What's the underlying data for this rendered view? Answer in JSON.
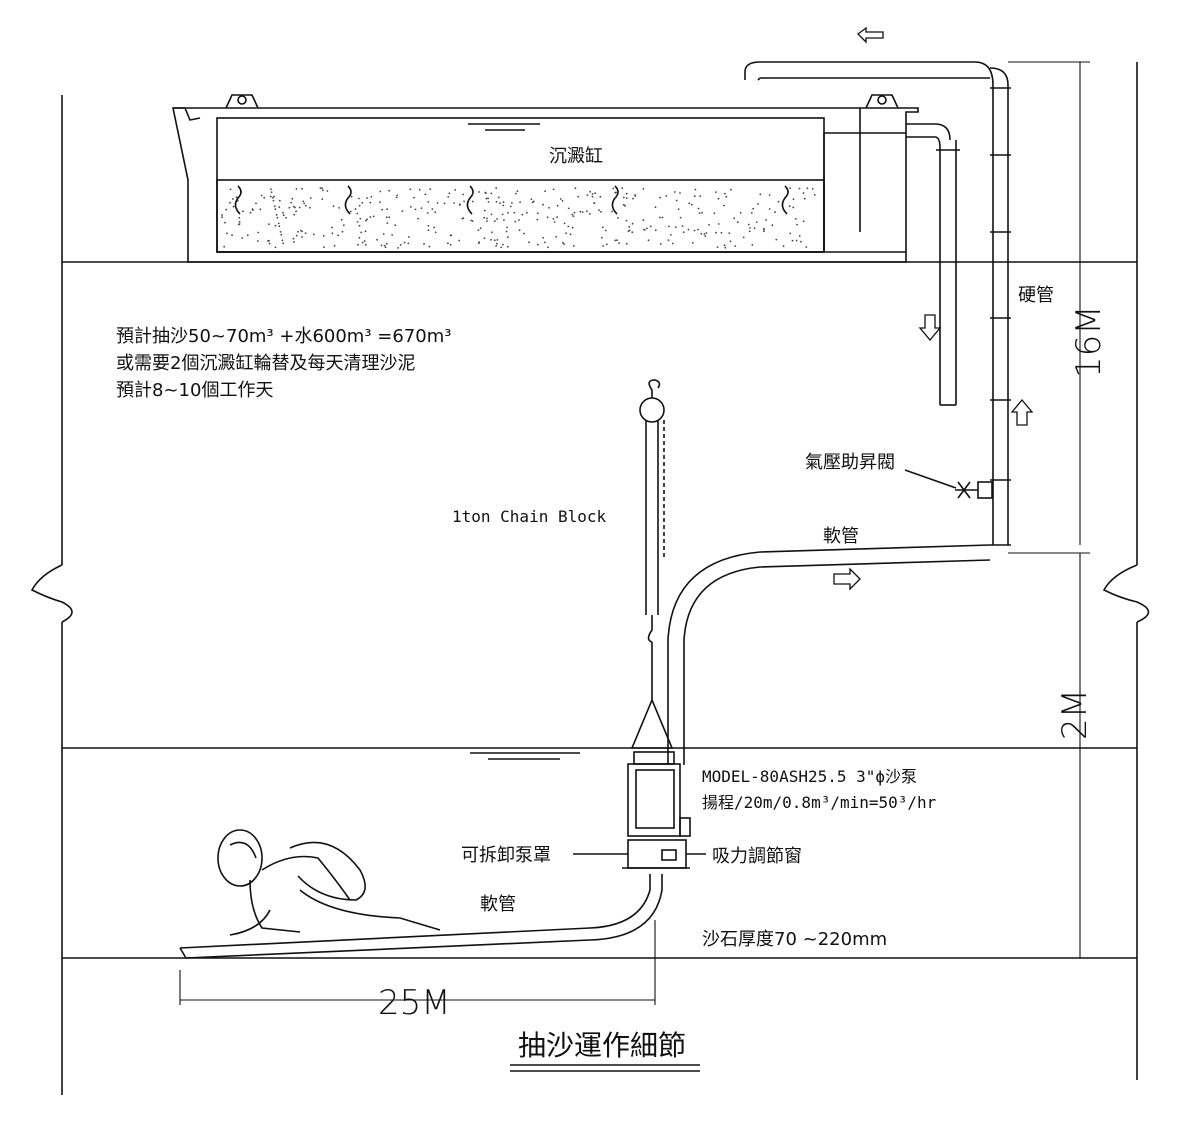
{
  "labels": {
    "tank": "沉澱缸",
    "rigid_pipe": "硬管",
    "flexible_hose": "軟管",
    "flexible_hose_bottom": "軟管",
    "air_valve": "氣壓助昇閥",
    "chain_block": "1ton Chain Block",
    "pump_model": "MODEL-80ASH25.5 3\"ϕ沙泵",
    "pump_spec": "揚程/20m/0.8m³/min=50³/hr",
    "pump_cover": "可拆卸泵罩",
    "suction_window": "吸力調節窗",
    "sand_thickness": "沙石厚度70 ~220mm",
    "title": "抽沙運作細節"
  },
  "notes": [
    "預計抽沙50~70m³ +水600m³ =670m³",
    "或需要2個沉澱缸輪替及每天清理沙泥",
    "預計8~10個工作天"
  ],
  "dimensions": {
    "height_upper": "16M",
    "height_lower": "2M",
    "length": "25M"
  },
  "colors": {
    "line": "#111111",
    "sand_dots": "#444444"
  }
}
